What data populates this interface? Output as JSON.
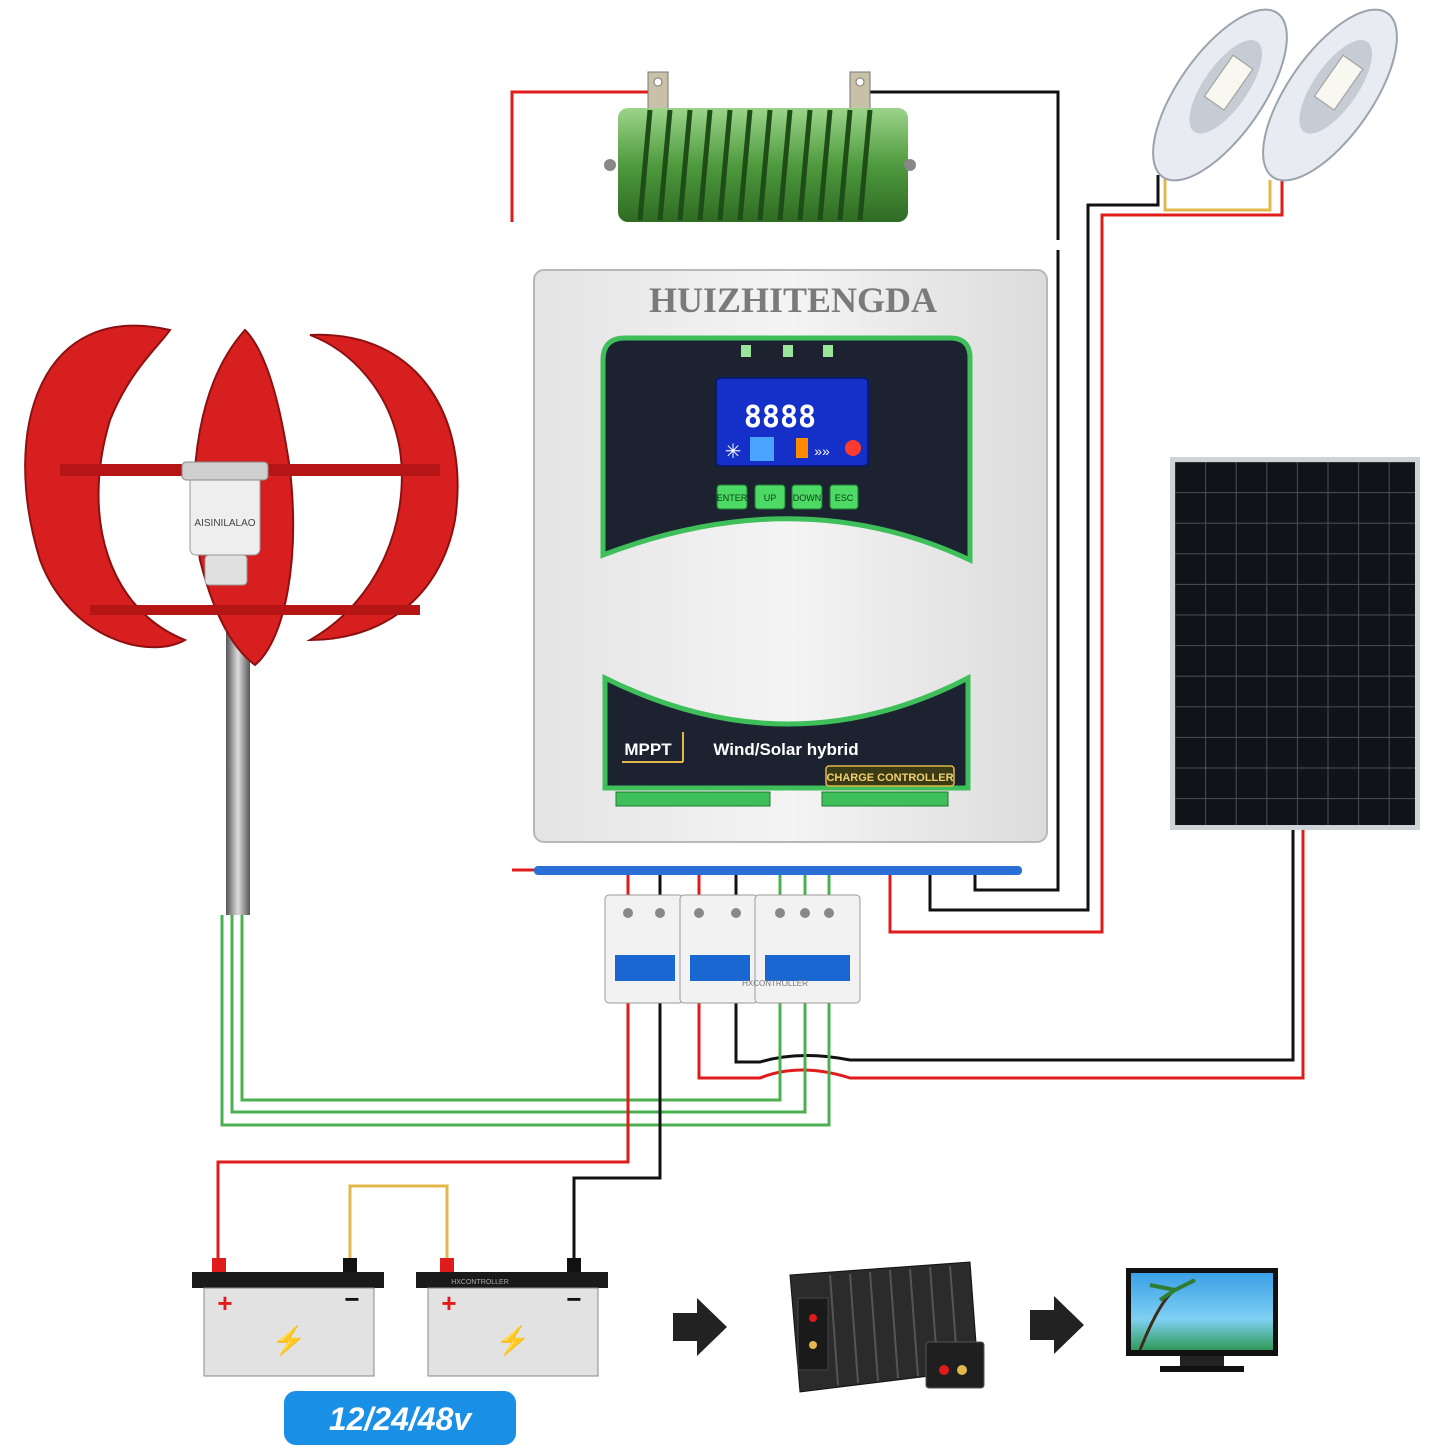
{
  "controller": {
    "brand": "HUIZHITENGDA",
    "lcd_digits": "8888",
    "buttons": [
      "ENTER",
      "UP",
      "DOWN",
      "ESC"
    ],
    "mode_label": "MPPT",
    "title": "Wind/Solar hybrid",
    "subtitle": "CHARGE CONTROLLER"
  },
  "turbine": {
    "hub_label": "AISINILALAO"
  },
  "breakers": {
    "label": "HXCONTROLLER"
  },
  "batteries": {
    "label": "HXCONTROLLER",
    "positive": "+",
    "negative": "−",
    "voltage_label": "12/24/48v"
  },
  "colors": {
    "wire_positive": "#e01b1b",
    "wire_negative": "#111111",
    "wire_ac": "#4caf50",
    "wire_series": "#e2b84a",
    "controller_accent": "#3fbf5a",
    "voltage_badge": "#1a8fe6",
    "turbine": "#d81f1f"
  },
  "icons": [
    "wind-turbine-icon",
    "dump-load-resistor-icon",
    "street-lamp-icon",
    "solar-panel-icon",
    "circuit-breaker-icon",
    "battery-icon",
    "arrow-right-icon",
    "inverter-icon",
    "tv-icon"
  ]
}
